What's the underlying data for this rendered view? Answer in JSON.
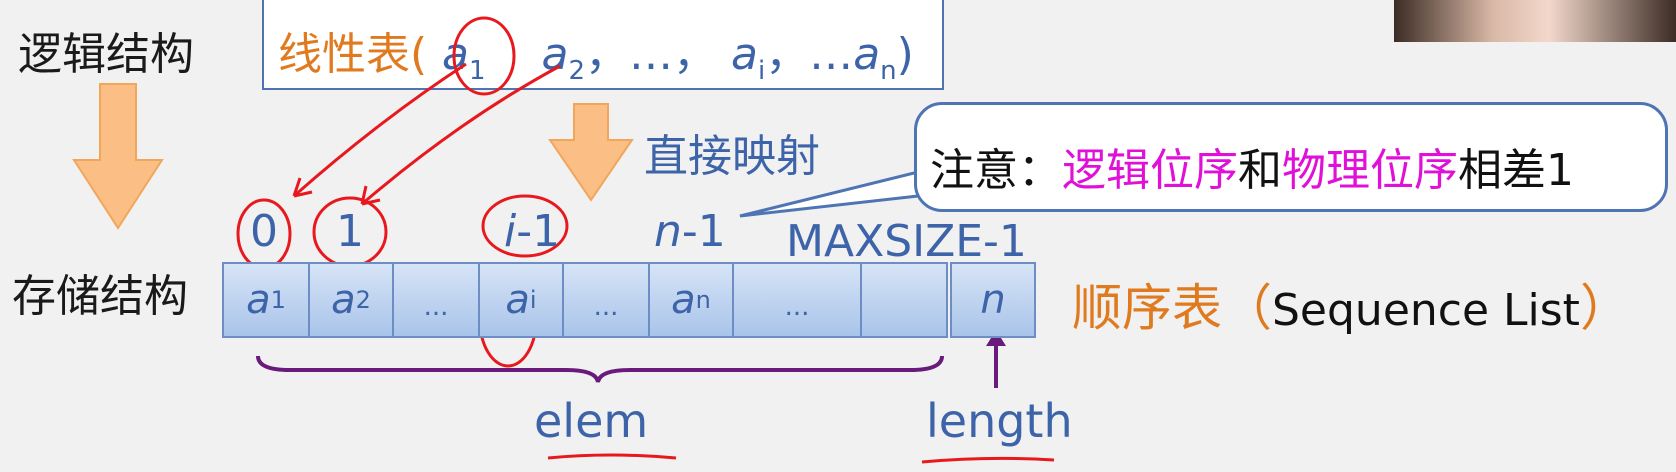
{
  "labels": {
    "logical": "逻辑结构",
    "storage": "存储结构",
    "mapping": "直接映射"
  },
  "linear": {
    "title": "线性表",
    "paren_open": "(",
    "a1": "a",
    "a1_sub": "1",
    "a2": "a",
    "a2_sub": "2",
    "sep1": "，…，",
    "ai": "a",
    "ai_sub": "i",
    "sep2": "，…",
    "an": "a",
    "an_sub": "n",
    "paren_close": ")"
  },
  "note": {
    "prefix": "注意：",
    "pink1": "逻辑位序",
    "mid": "和",
    "pink2": "物理位序",
    "suffix": "相差1"
  },
  "indices": {
    "i0": "0",
    "i1": "1",
    "ii": "i",
    "ii_tail": "-1",
    "in": "n",
    "in_tail": "-1",
    "max": "MAXSIZE-1"
  },
  "cells": [
    {
      "main": "a",
      "sub": "1"
    },
    {
      "main": "a",
      "sub": "2"
    },
    {
      "dots": "..."
    },
    {
      "main": "a",
      "sub": "i"
    },
    {
      "dots": "..."
    },
    {
      "main": "a",
      "sub": "n"
    },
    {
      "dots": "..."
    },
    {
      "empty": ""
    },
    {
      "main": "n",
      "sub": ""
    }
  ],
  "sequence_list": {
    "cn": "顺序表",
    "open": "（",
    "en": "Sequence List",
    "close": "）"
  },
  "fields": {
    "elem": "elem",
    "length": "length"
  },
  "colors": {
    "orange": "#e07a1f",
    "blue": "#3d63a8",
    "pink": "#e010d8",
    "red_annotation": "#e8191e",
    "purple_brace": "#6a1a7a"
  }
}
